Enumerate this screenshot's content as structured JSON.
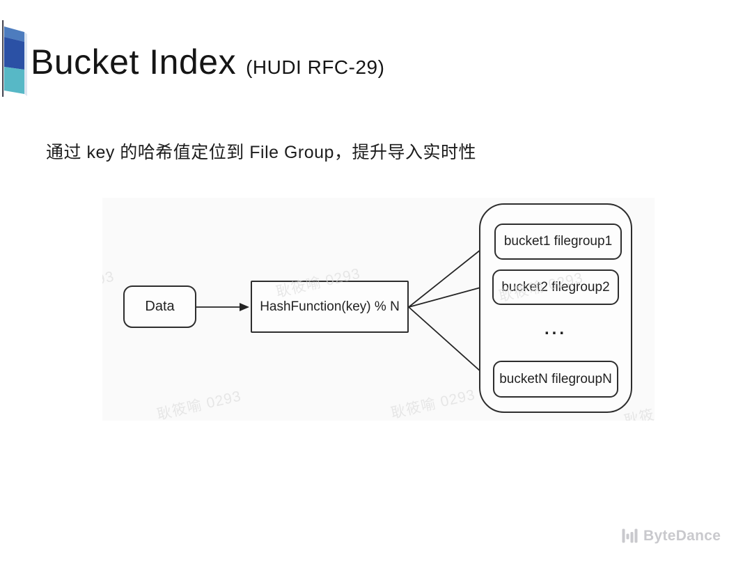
{
  "slide": {
    "title": "Bucket Index",
    "title_suffix": "(HUDI RFC-29)",
    "subtitle": "通过 key 的哈希值定位到 File Group，提升导入实时性"
  },
  "diagram": {
    "data_node": "Data",
    "hash_node": "HashFunction(key) % N",
    "buckets": [
      "bucket1 filegroup1",
      "bucket2 filegroup2",
      "bucketN filegroupN"
    ],
    "ellipsis": "...",
    "watermark": "耿筱喻 0293",
    "watermark_partial_left": "93",
    "watermark_partial_right": "耿筱"
  },
  "footer": {
    "brand": "ByteDance"
  },
  "colors": {
    "logo_blue_medium": "#4d7cbe",
    "logo_blue_dark": "#2b51a5",
    "logo_teal": "#57b8c6",
    "diagram_background": "#fafafa",
    "box_border": "#2d2d2d",
    "watermark_gray": "#dadada",
    "brand_gray": "#c9c9cd"
  }
}
